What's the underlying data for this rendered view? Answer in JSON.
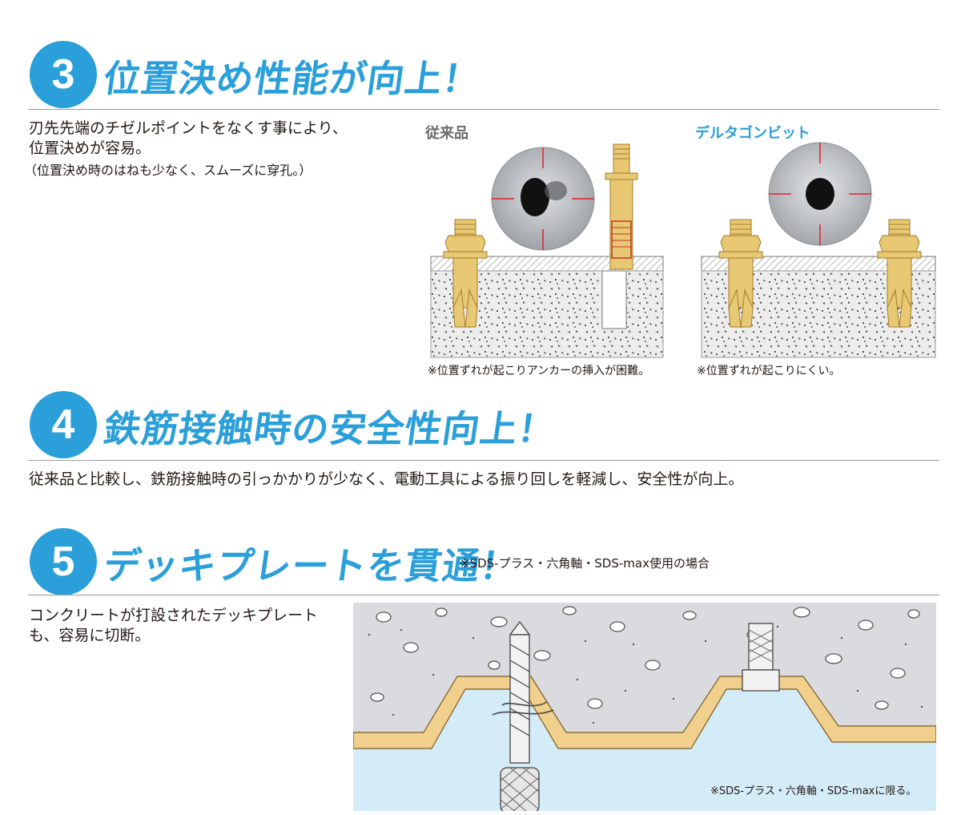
{
  "section3": {
    "number": "3",
    "title": "位置決め性能が向上！",
    "desc_line1": "刃先先端のチゼルポイントをなくす事により、",
    "desc_line2": "位置決めが容易。",
    "desc_note": "（位置決め時のはねも少なく、スムーズに穿孔。）",
    "label_conventional": "従来品",
    "label_delta": "デルタゴンビット",
    "caption_conventional": "※位置ずれが起こりアンカーの挿入が困難。",
    "caption_delta": "※位置ずれが起こりにくい。"
  },
  "section4": {
    "number": "4",
    "title": "鉄筋接触時の安全性向上！",
    "desc": "従来品と比較し、鉄筋接触時の引っかかりが少なく、電動工具による振り回しを軽減し、安全性が向上。"
  },
  "section5": {
    "number": "5",
    "title": "デッキプレートを貫通！",
    "subnote": "※SDS-プラス・六角軸・SDS-max使用の場合",
    "desc_line1": "コンクリートが打設されたデッキプレート",
    "desc_line2": "も、容易に切断。",
    "diagram_note": "※SDS-プラス・六角軸・SDS-maxに限る。"
  },
  "colors": {
    "accent": "#2a9fd9",
    "anchor_gold": "#e8c873",
    "concrete": "#d9dbde",
    "deck_plate": "#f1cf8c",
    "void_blue": "#d4ecf8",
    "crosshair": "#e0202a"
  }
}
